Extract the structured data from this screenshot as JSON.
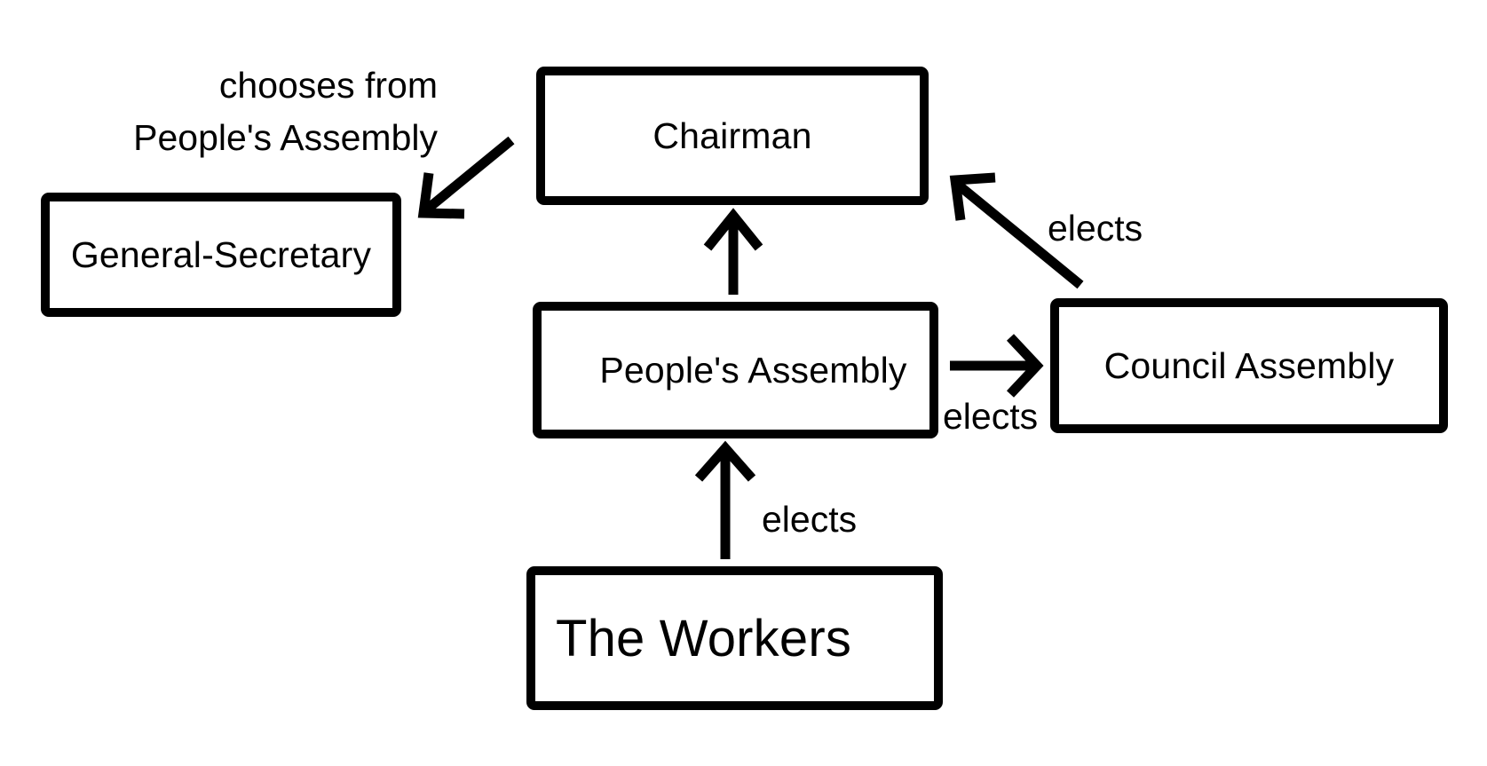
{
  "diagram": {
    "nodes": {
      "chairman": "Chairman",
      "general_secretary": "General-Secretary",
      "peoples_assembly": "People's Assembly",
      "council_assembly": "Council Assembly",
      "workers": "The Workers"
    },
    "edges": [
      {
        "from": "Chairman",
        "to": "General-Secretary",
        "label": "chooses from People's Assembly"
      },
      {
        "from": "People's Assembly",
        "to": "Chairman",
        "label": ""
      },
      {
        "from": "Council Assembly",
        "to": "Chairman",
        "label": "elects"
      },
      {
        "from": "People's Assembly",
        "to": "Council Assembly",
        "label": "elects"
      },
      {
        "from": "The Workers",
        "to": "People's Assembly",
        "label": "elects"
      }
    ],
    "labels": {
      "chooses_line1": "chooses from",
      "chooses_line2": "People's Assembly",
      "council_to_chairman": "elects",
      "people_to_council": "elects",
      "workers_to_people": "elects"
    }
  }
}
